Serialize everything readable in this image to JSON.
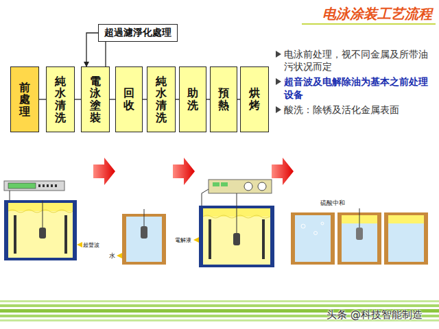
{
  "diagram": {
    "title": "电泳涂装工艺流程",
    "nodes": [
      {
        "text": [
          "前處理"
        ]
      },
      {
        "text": [
          "純水清洗"
        ]
      },
      {
        "text": [
          "電泳塗裝"
        ]
      },
      {
        "text": [
          "回收"
        ]
      },
      {
        "text": [
          "純水清洗"
        ]
      },
      {
        "text": [
          "助洗"
        ]
      },
      {
        "text": [
          "預熱"
        ]
      },
      {
        "text": [
          "烘烤"
        ]
      },
      {
        "text": [
          "超過濾淨化處理"
        ]
      }
    ],
    "edges": [
      {
        "from": 0,
        "to": 1,
        "arrow": "none"
      },
      {
        "from": 1,
        "to": 2,
        "arrow": "none"
      },
      {
        "from": 2,
        "to": 3,
        "arrow": "none"
      },
      {
        "from": 3,
        "to": 4,
        "arrow": "none"
      },
      {
        "from": 4,
        "to": 5,
        "arrow": "none"
      },
      {
        "from": 5,
        "to": 6,
        "arrow": "none"
      },
      {
        "from": 6,
        "to": 7,
        "arrow": "none"
      },
      {
        "from": 2,
        "to": 8,
        "arrow": "none"
      },
      {
        "from": 8,
        "to": 2,
        "arrow": "to"
      }
    ],
    "labels": [
      "电泳前处理，视不同金属及所带油污状况而定",
      "超音波及电解除油为基本之前处理设备",
      "酸洗：除锈及活化金属表面",
      "超聲波",
      "水",
      "電解液",
      "硫酸中和",
      "头条 @科技智能制造"
    ]
  }
}
